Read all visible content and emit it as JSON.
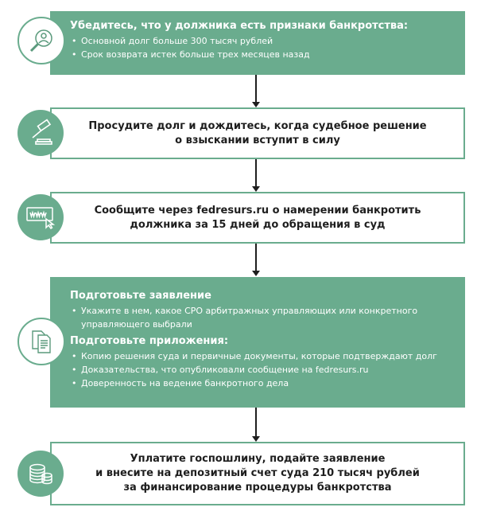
{
  "colors": {
    "accent": "#6aac8e",
    "text_dark": "#1e1e1e",
    "text_light": "#ffffff"
  },
  "step1": {
    "icon": "person-magnifier-icon",
    "heading": "Убедитесь, что у должника есть признаки банкротства:",
    "bullets": [
      "Основной долг больше 300 тысяч рублей",
      "Срок возврата истек больше трех месяцев назад"
    ]
  },
  "step2": {
    "icon": "gavel-icon",
    "lines": [
      "Просудите долг и дождитесь, когда судебное решение",
      "о взыскании вступит в силу"
    ]
  },
  "step3": {
    "icon": "browser-www-icon",
    "lines": [
      "Сообщите через fedresurs.ru о намерении банкротить",
      "должника за 15 дней до обращения в суд"
    ]
  },
  "step4": {
    "icon": "documents-icon",
    "heading1": "Подготовьте заявление",
    "bullets1": [
      "Укажите в нем, какое СРО арбитражных управляющих или конкретного управляющего выбрали"
    ],
    "heading2": "Подготовьте приложения:",
    "bullets2": [
      "Копию решения суда и первичные документы, которые подтверждают долг",
      "Доказательства, что опубликовали сообщение на fedresurs.ru",
      "Доверенность на ведение банкротного дела"
    ]
  },
  "step5": {
    "icon": "coins-icon",
    "lines": [
      "Уплатите госпошлину, подайте заявление",
      "и внесите на депозитный счет суда 210 тысяч рублей",
      "за финансирование процедуры банкротства"
    ]
  }
}
